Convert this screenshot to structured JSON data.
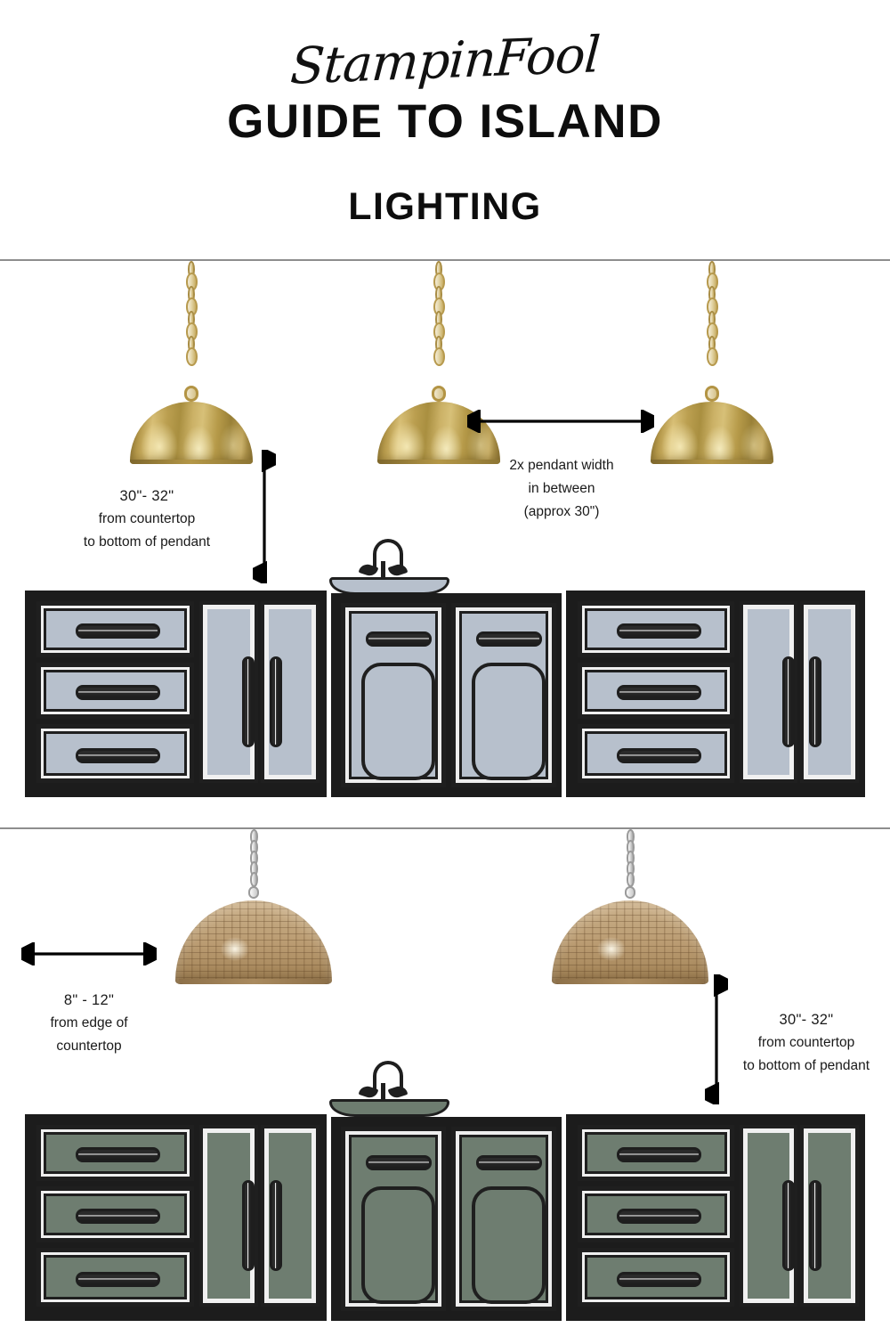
{
  "header": {
    "brand": "StampinFool",
    "title_line1": "GUIDE TO ISLAND",
    "title_line2": "LIGHTING"
  },
  "colors": {
    "brass": "#c0a459",
    "rattan": "#b99a70",
    "cabinet_blue_gray": "#b7c0cc",
    "cabinet_sage_green": "#6e7d70",
    "outline_dark": "#1c1c1c",
    "divider_gray": "#8e8e8e",
    "inset_white": "#f0f0f0"
  },
  "sections": [
    {
      "id": "top-brass-section",
      "pendant_style": "brass-hammered-dome",
      "pendant_count": 3,
      "cabinet_color_name": "blue-gray",
      "annotations": [
        {
          "id": "height-left",
          "arrow": "vertical-double",
          "lines": [
            "30\"- 32\"",
            "from countertop",
            "to bottom of pendant"
          ]
        },
        {
          "id": "spacing-between",
          "arrow": "horizontal-double",
          "lines": [
            "2x pendant width",
            "in between",
            "(approx 30\")"
          ]
        }
      ]
    },
    {
      "id": "bottom-rattan-section",
      "pendant_style": "rattan-woven-dome",
      "pendant_count": 2,
      "cabinet_color_name": "sage-green",
      "annotations": [
        {
          "id": "edge-offset",
          "arrow": "horizontal-double",
          "lines": [
            "8\" - 12\"",
            "from edge of",
            "countertop"
          ]
        },
        {
          "id": "height-right",
          "arrow": "vertical-double",
          "lines": [
            "30\"- 32\"",
            "from countertop",
            "to bottom of pendant"
          ]
        }
      ]
    }
  ]
}
